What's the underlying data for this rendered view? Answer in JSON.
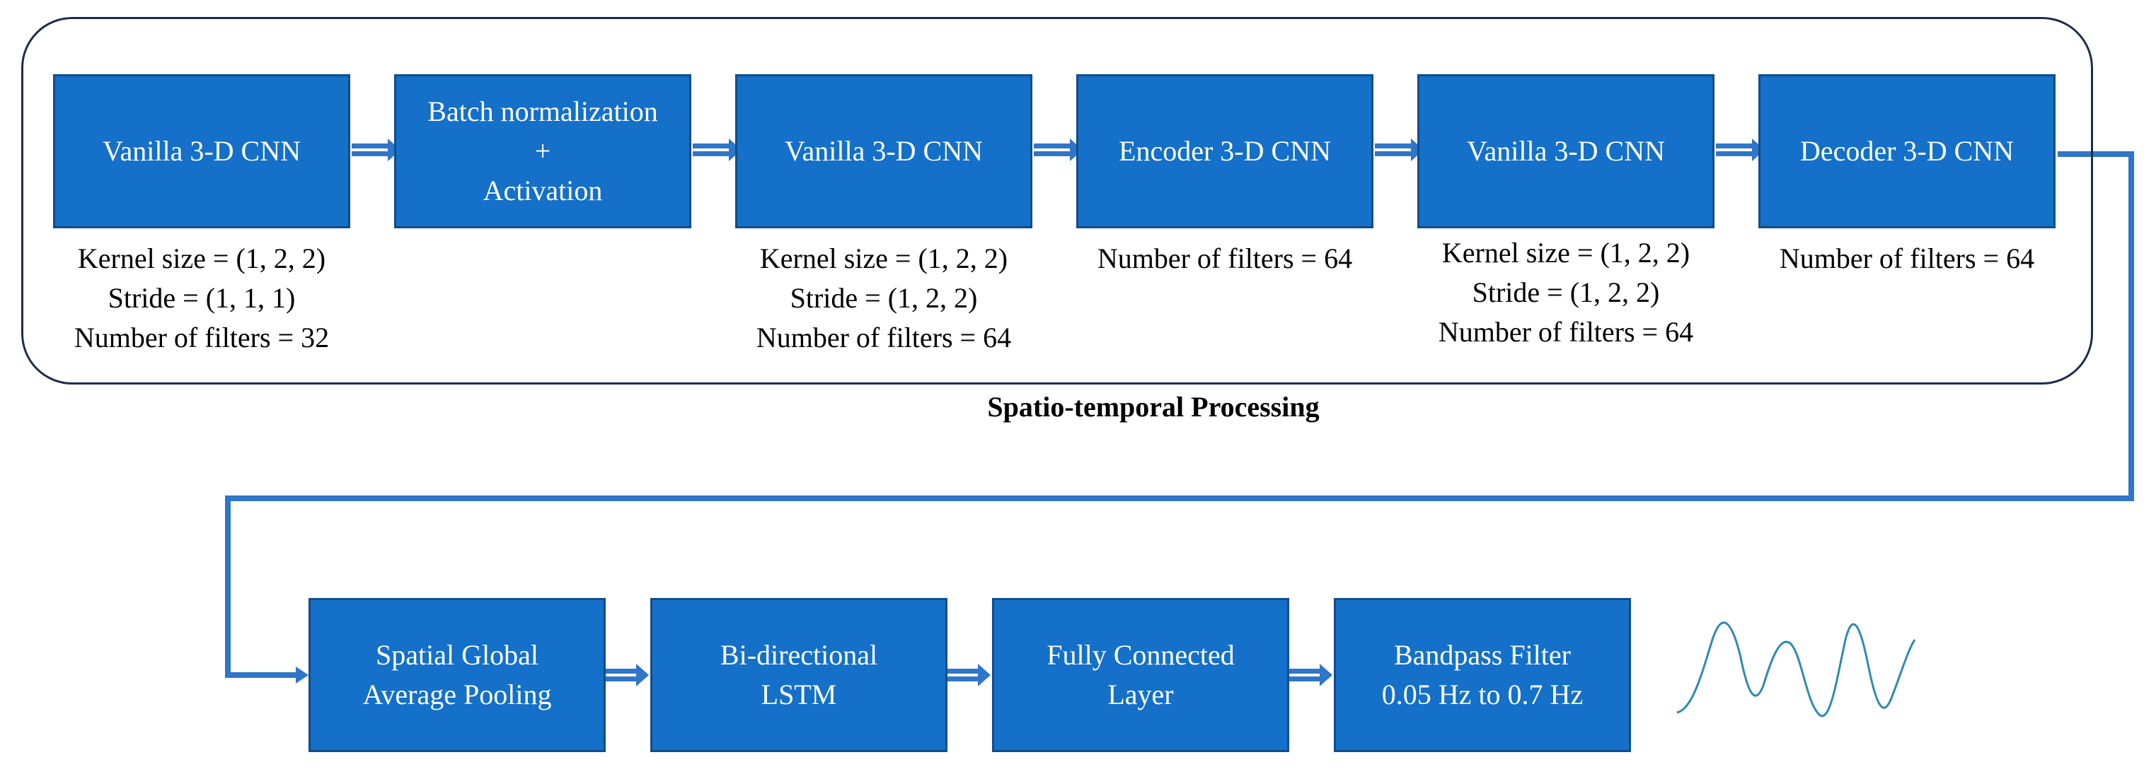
{
  "colors": {
    "block_fill": "#1470c8",
    "block_border": "#0f4d8c",
    "connector": "#2f75c8",
    "frame_border": "#1f2d4d",
    "waveform": "#2f8ab0"
  },
  "spatio_temporal": {
    "title": "Spatio-temporal Processing",
    "blocks": [
      {
        "lines": [
          "Vanilla 3-D CNN"
        ],
        "params": [
          "Kernel size = (1, 2, 2)",
          "Stride = (1, 1, 1)",
          "Number of filters = 32"
        ]
      },
      {
        "lines": [
          "Batch normalization",
          "+",
          "Activation"
        ],
        "params": []
      },
      {
        "lines": [
          "Vanilla 3-D CNN"
        ],
        "params": [
          "Kernel size = (1, 2, 2)",
          "Stride = (1, 2, 2)",
          "Number of filters = 64"
        ]
      },
      {
        "lines": [
          "Encoder 3-D CNN"
        ],
        "params": [
          "Number of filters = 64"
        ]
      },
      {
        "lines": [
          "Vanilla 3-D CNN"
        ],
        "params": [
          "Kernel size = (1, 2, 2)",
          "Stride = (1, 2, 2)",
          "Number of filters = 64"
        ]
      },
      {
        "lines": [
          "Decoder 3-D CNN"
        ],
        "params": [
          "Number of filters = 64"
        ]
      }
    ]
  },
  "temporal": {
    "blocks": [
      {
        "lines": [
          "Spatial Global",
          "Average Pooling"
        ]
      },
      {
        "lines": [
          "Bi-directional",
          "LSTM"
        ]
      },
      {
        "lines": [
          "Fully Connected",
          "Layer"
        ]
      },
      {
        "lines": [
          "Bandpass Filter",
          "0.05 Hz to 0.7 Hz"
        ]
      }
    ]
  },
  "output_signal": {
    "icon": "waveform-icon"
  }
}
